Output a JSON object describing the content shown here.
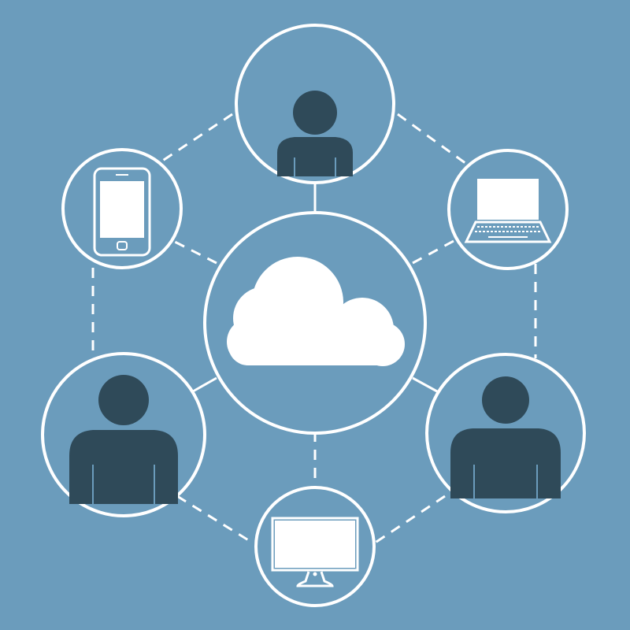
{
  "colors": {
    "background": "#6b9cbc",
    "line": "#ffffff",
    "person": "#2f4a59",
    "screen": "#ffffff"
  },
  "diagram": {
    "hub": {
      "icon": "cloud-icon"
    },
    "nodes": [
      {
        "id": "top",
        "icon": "person-icon"
      },
      {
        "id": "upper-right",
        "icon": "laptop-icon"
      },
      {
        "id": "lower-right",
        "icon": "person-icon"
      },
      {
        "id": "bottom",
        "icon": "desktop-monitor-icon"
      },
      {
        "id": "lower-left",
        "icon": "person-icon"
      },
      {
        "id": "upper-left",
        "icon": "smartphone-icon"
      }
    ]
  }
}
